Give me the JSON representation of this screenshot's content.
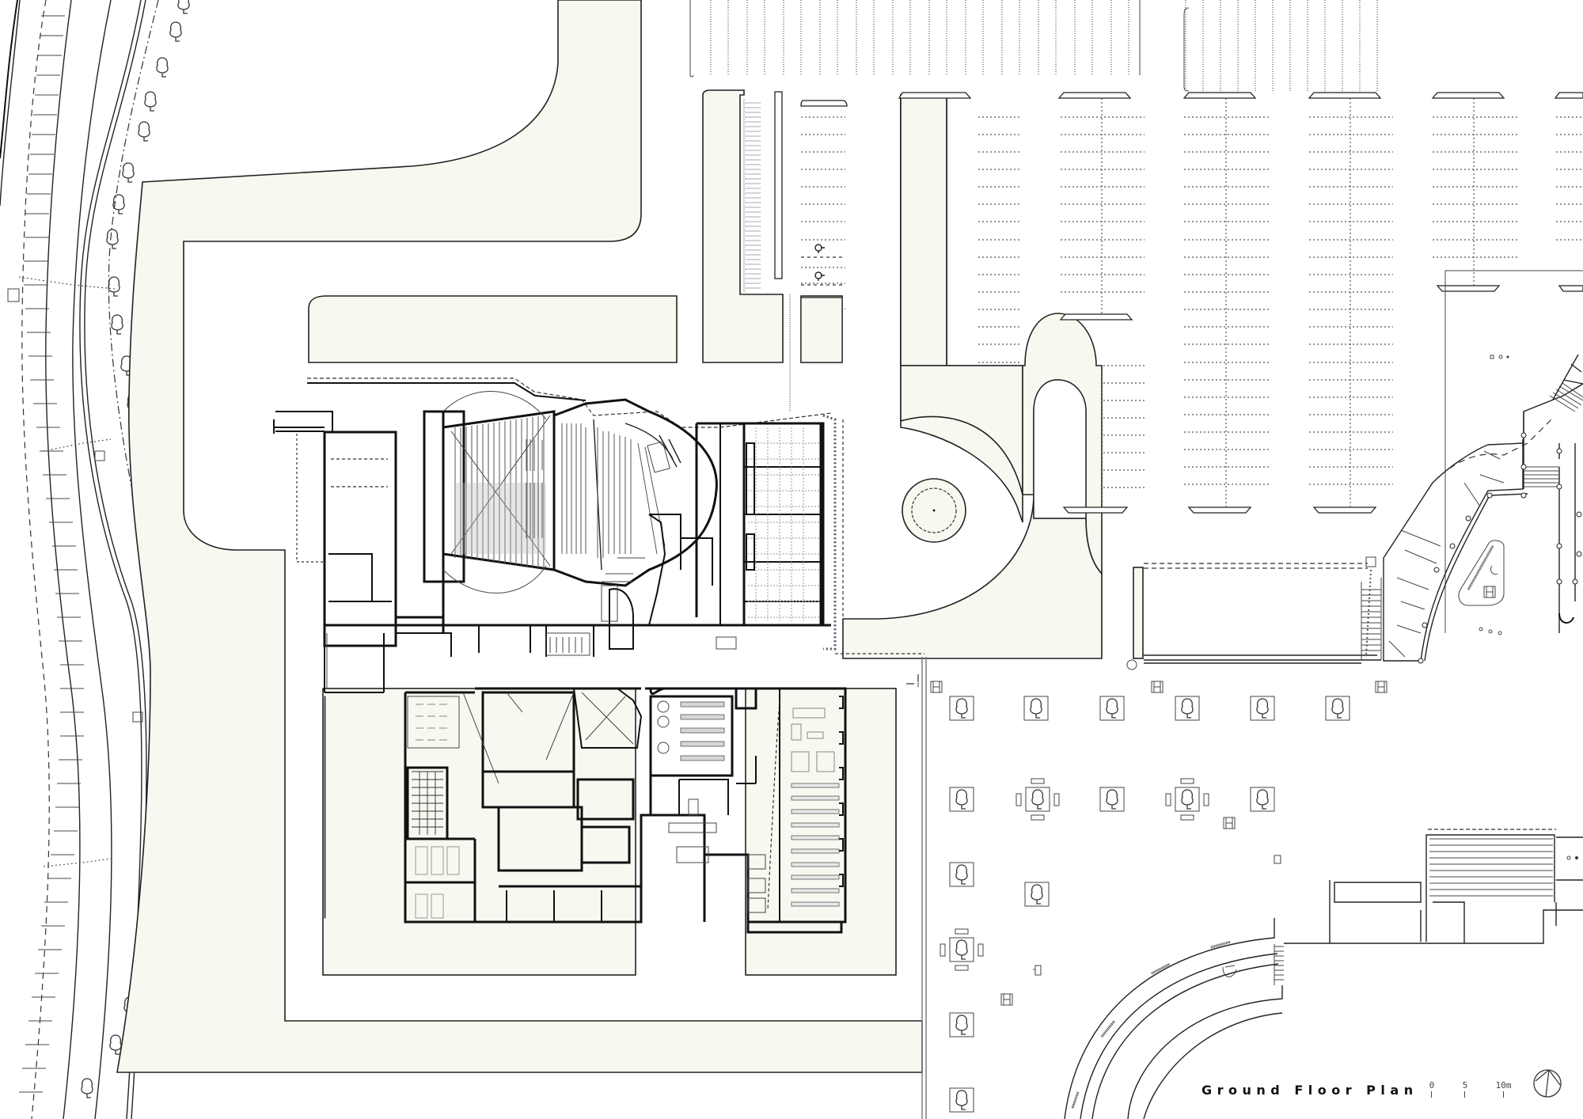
{
  "drawing": {
    "title": "Ground Floor Plan",
    "type": "architectural-site-plan",
    "colors": {
      "landscape_fill": "#f6f9f0",
      "line": "#222222",
      "background": "#ffffff"
    }
  },
  "scale_bar": {
    "ticks": [
      {
        "label": "0"
      },
      {
        "label": "5"
      },
      {
        "label": "10m"
      }
    ]
  },
  "north_arrow": {
    "icon": "north-arrow-icon"
  },
  "legend_icons": {
    "tree": "tree-icon",
    "bench": "bench-icon",
    "bicycle": "bicycle-icon"
  },
  "zones": [
    {
      "id": "road-west",
      "label": ""
    },
    {
      "id": "landscape-west",
      "label": ""
    },
    {
      "id": "building-auditorium",
      "label": ""
    },
    {
      "id": "building-library",
      "label": ""
    },
    {
      "id": "parking-north",
      "label": ""
    },
    {
      "id": "plaza-east",
      "label": ""
    },
    {
      "id": "stadium-southeast",
      "label": ""
    }
  ]
}
